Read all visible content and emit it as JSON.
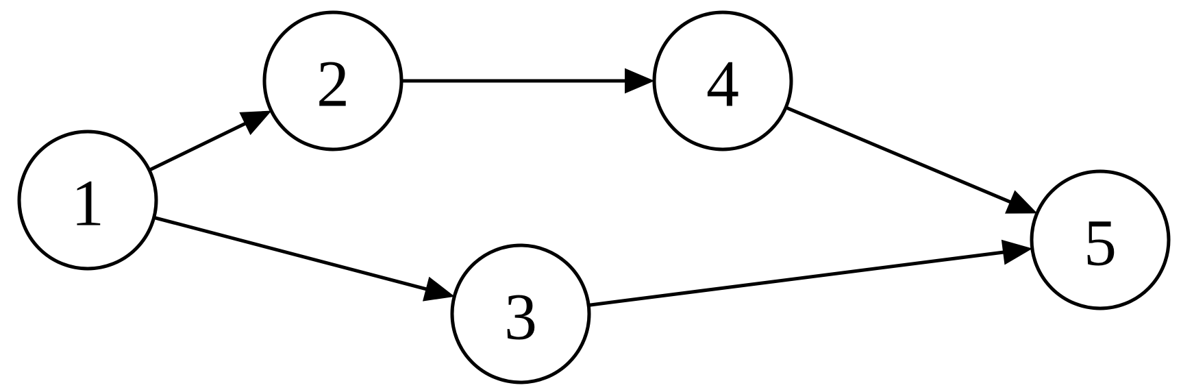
{
  "graph": {
    "nodes": [
      {
        "id": "1",
        "label": "1"
      },
      {
        "id": "2",
        "label": "2"
      },
      {
        "id": "3",
        "label": "3"
      },
      {
        "id": "4",
        "label": "4"
      },
      {
        "id": "5",
        "label": "5"
      }
    ],
    "edges": [
      {
        "from": "1",
        "to": "2"
      },
      {
        "from": "1",
        "to": "3"
      },
      {
        "from": "2",
        "to": "4"
      },
      {
        "from": "4",
        "to": "5"
      },
      {
        "from": "3",
        "to": "5"
      }
    ],
    "directed": true,
    "colors": {
      "stroke": "#000000",
      "fill": "#ffffff"
    }
  }
}
